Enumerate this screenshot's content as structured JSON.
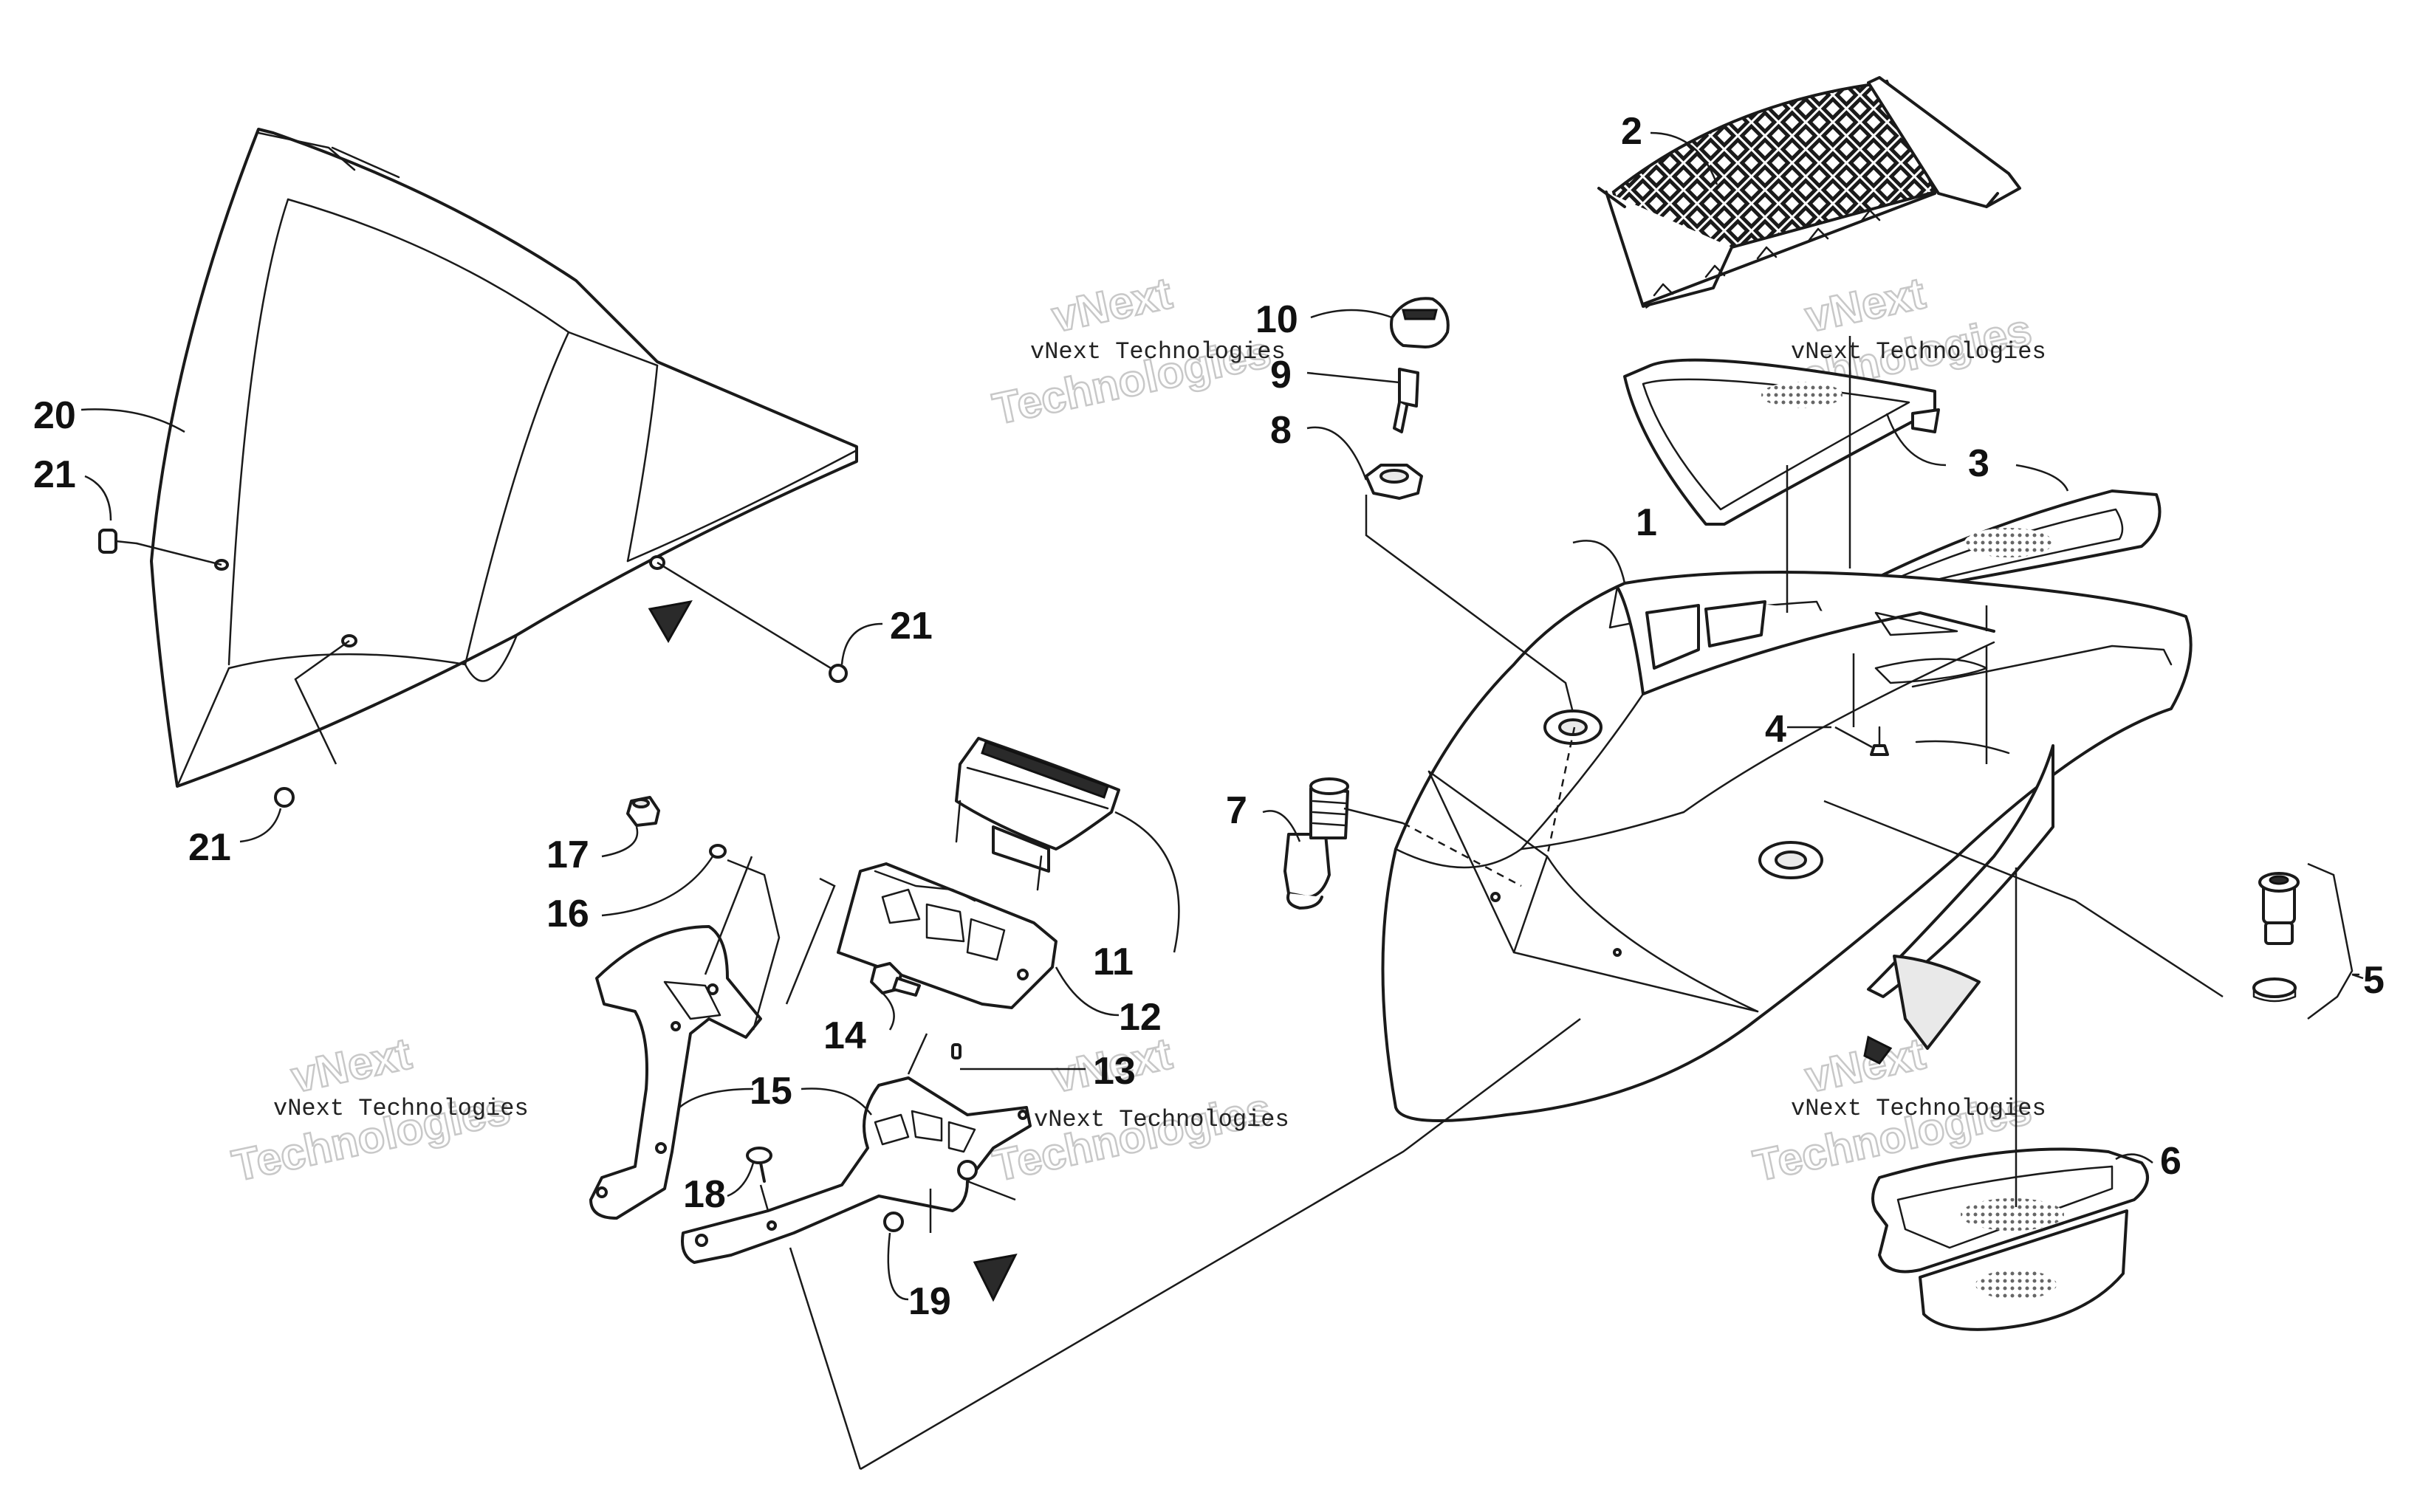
{
  "callouts": {
    "c1": "1",
    "c2": "2",
    "c3": "3",
    "c4": "4",
    "c5": "5",
    "c6": "6",
    "c7": "7",
    "c8": "8",
    "c9": "9",
    "c10": "10",
    "c11": "11",
    "c12": "12",
    "c13": "13",
    "c14": "14",
    "c15": "15",
    "c16": "16",
    "c17": "17",
    "c18": "18",
    "c19": "19",
    "c20": "20",
    "c21a": "21",
    "c21b": "21",
    "c21c": "21"
  },
  "watermark": {
    "company": "vNext Technologies",
    "brand_line1": "vNext",
    "brand_line2": "Technologies"
  },
  "colors": {
    "line": "#1a1a1a",
    "watermark_outline": "#c8c8c8",
    "background": "#ffffff"
  }
}
